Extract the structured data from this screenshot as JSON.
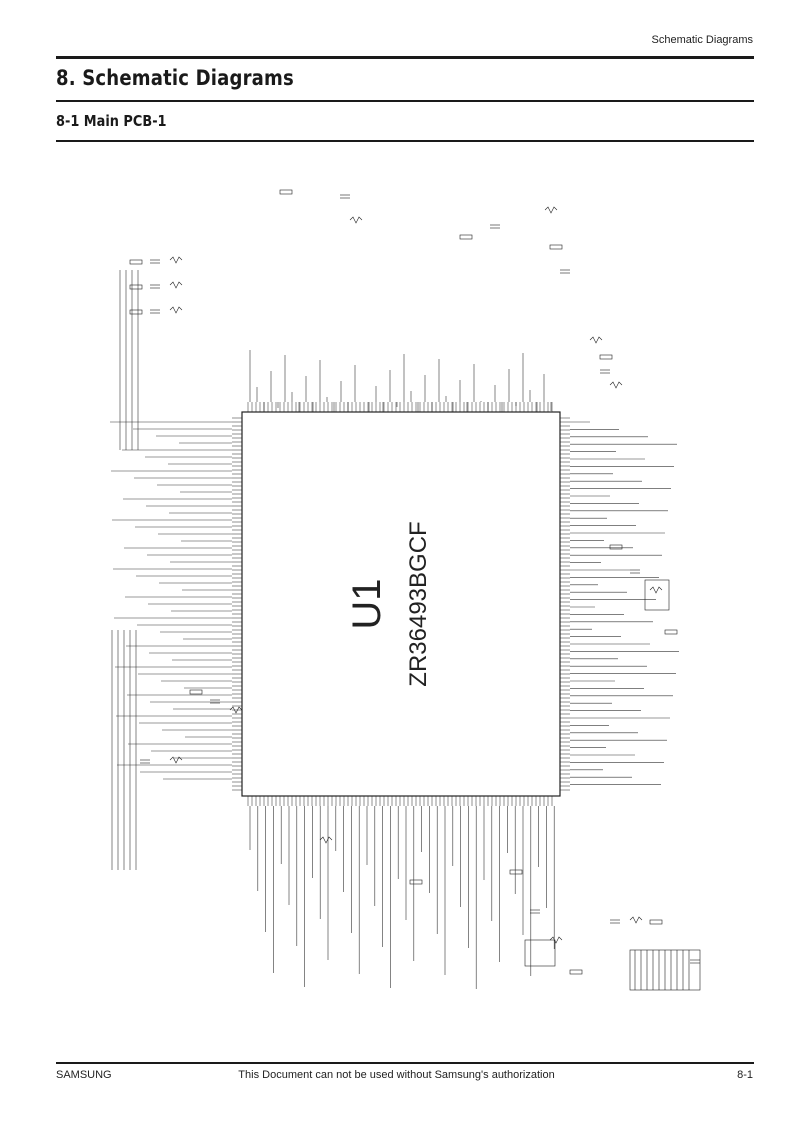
{
  "header": {
    "running_title": "Schematic Diagrams"
  },
  "section": {
    "title": "8. Schematic Diagrams",
    "subtitle": "8-1 Main PCB-1"
  },
  "schematic": {
    "chip_ref": "U1",
    "chip_part": "ZR36493BGCF"
  },
  "footer": {
    "brand": "SAMSUNG",
    "notice": "This Document can not be used without Samsung's authorization",
    "page": "8-1"
  }
}
